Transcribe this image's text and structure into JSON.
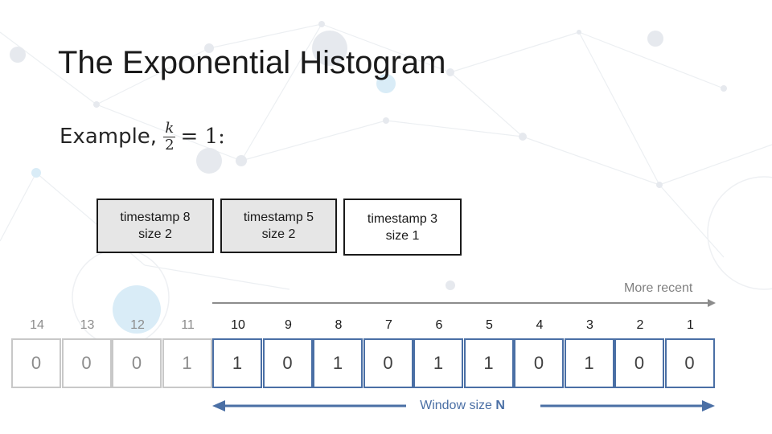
{
  "slide": {
    "title": "The Exponential Histogram",
    "example": {
      "prefix": "Example, ",
      "frac_numerator": "k",
      "frac_denominator": "2",
      "suffix": "= 1:"
    }
  },
  "buckets": [
    {
      "timestamp_text": "timestamp 8",
      "size_text": "size 2"
    },
    {
      "timestamp_text": "timestamp 5",
      "size_text": "size 2"
    },
    {
      "timestamp_text": "timestamp 3",
      "size_text": "size 1"
    }
  ],
  "direction_label": "More recent",
  "stream": [
    {
      "timestamp": "5",
      "bit": "",
      "in_window": false
    },
    {
      "timestamp": "14",
      "bit": "0",
      "in_window": false
    },
    {
      "timestamp": "13",
      "bit": "0",
      "in_window": false
    },
    {
      "timestamp": "12",
      "bit": "0",
      "in_window": false
    },
    {
      "timestamp": "11",
      "bit": "1",
      "in_window": false
    },
    {
      "timestamp": "10",
      "bit": "1",
      "in_window": true
    },
    {
      "timestamp": "9",
      "bit": "0",
      "in_window": true
    },
    {
      "timestamp": "8",
      "bit": "1",
      "in_window": true
    },
    {
      "timestamp": "7",
      "bit": "0",
      "in_window": true
    },
    {
      "timestamp": "6",
      "bit": "1",
      "in_window": true
    },
    {
      "timestamp": "5",
      "bit": "1",
      "in_window": true
    },
    {
      "timestamp": "4",
      "bit": "0",
      "in_window": true
    },
    {
      "timestamp": "3",
      "bit": "1",
      "in_window": true
    },
    {
      "timestamp": "2",
      "bit": "0",
      "in_window": true
    },
    {
      "timestamp": "1",
      "bit": "0",
      "in_window": true
    }
  ],
  "window": {
    "label_prefix": "Window size ",
    "label_var": "N"
  },
  "colors": {
    "window_blue": "#4a6fa5",
    "old_gray": "#c8c8c8",
    "bucket_fill": "#e6e6e6"
  }
}
